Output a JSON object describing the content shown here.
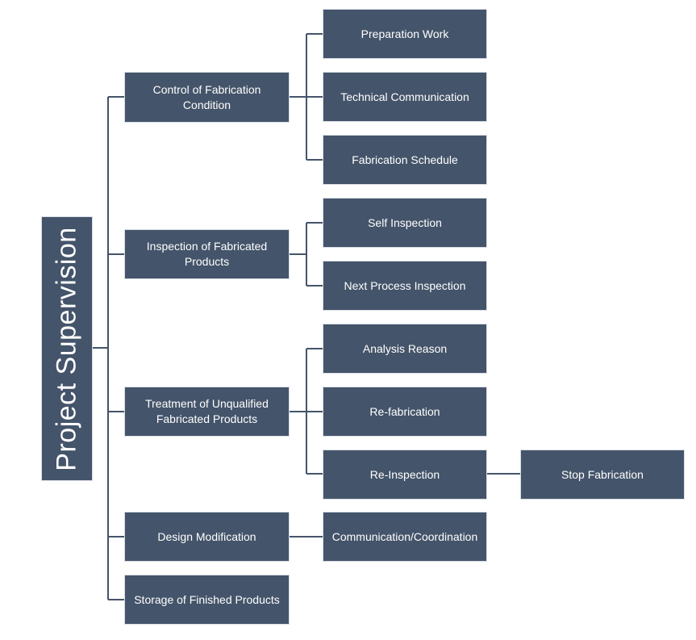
{
  "root": {
    "label": "Project Supervision"
  },
  "branches": [
    {
      "label": "Control of Fabrication Condition",
      "children": [
        "Preparation Work",
        "Technical Communication",
        "Fabrication Schedule"
      ]
    },
    {
      "label": "Inspection of Fabricated Products",
      "children": [
        "Self Inspection",
        "Next Process Inspection"
      ]
    },
    {
      "label": "Treatment of Unqualified Fabricated Products",
      "children": [
        "Analysis Reason",
        "Re-fabrication",
        "Re-Inspection"
      ],
      "grandchild": "Stop Fabrication"
    },
    {
      "label": "Design Modification",
      "children": [
        "Communication/Coordination"
      ]
    },
    {
      "label": "Storage of Finished Products",
      "children": []
    }
  ],
  "colors": {
    "node_fill": "#44546a",
    "node_border": "#d8dde5",
    "connector": "#44546a",
    "text": "#ffffff"
  }
}
